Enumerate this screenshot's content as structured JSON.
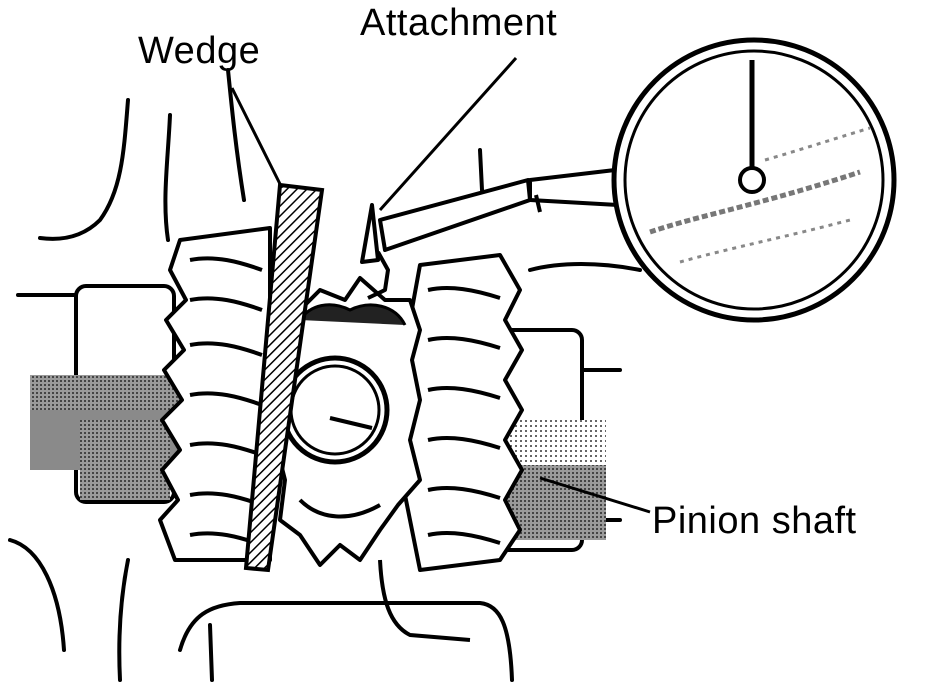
{
  "labels": {
    "wedge": "Wedge",
    "attachment": "Attachment",
    "pinion_shaft": "Pinion shaft"
  },
  "colors": {
    "ink": "#000000",
    "paper": "#ffffff",
    "shade": "#8a8a8a"
  }
}
